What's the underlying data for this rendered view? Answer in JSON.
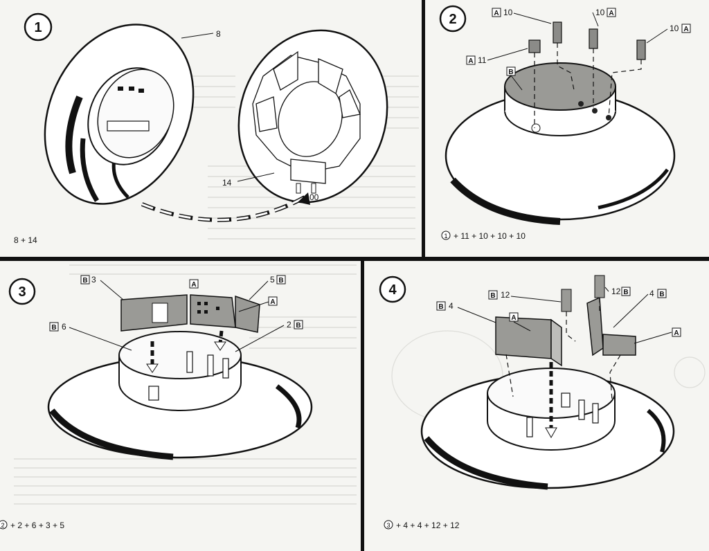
{
  "panels": [
    {
      "step": "1",
      "formula": "8 + 14",
      "labels": {
        "a": "8",
        "b": "14",
        "c": "00"
      }
    },
    {
      "step": "2",
      "formula_prefix": "1",
      "formula": "+ 11 + 10 + 10 + 10",
      "labels": {
        "p10a": "10",
        "p10b": "10",
        "p10c": "10",
        "p11": "11",
        "box_a": "A",
        "box_b": "B"
      }
    },
    {
      "step": "3",
      "formula_prefix": "2",
      "formula": "+ 2 + 6 + 3 + 5",
      "labels": {
        "p3": "3",
        "p5": "5",
        "p6": "6",
        "p2": "2",
        "box_a": "A",
        "box_b": "B"
      }
    },
    {
      "step": "4",
      "formula_prefix": "3",
      "formula": "+ 4 + 4 + 12 + 12",
      "labels": {
        "p12a": "12",
        "p12b": "12",
        "p4a": "4",
        "p4b": "4",
        "box_a": "A",
        "box_b": "B"
      }
    }
  ]
}
